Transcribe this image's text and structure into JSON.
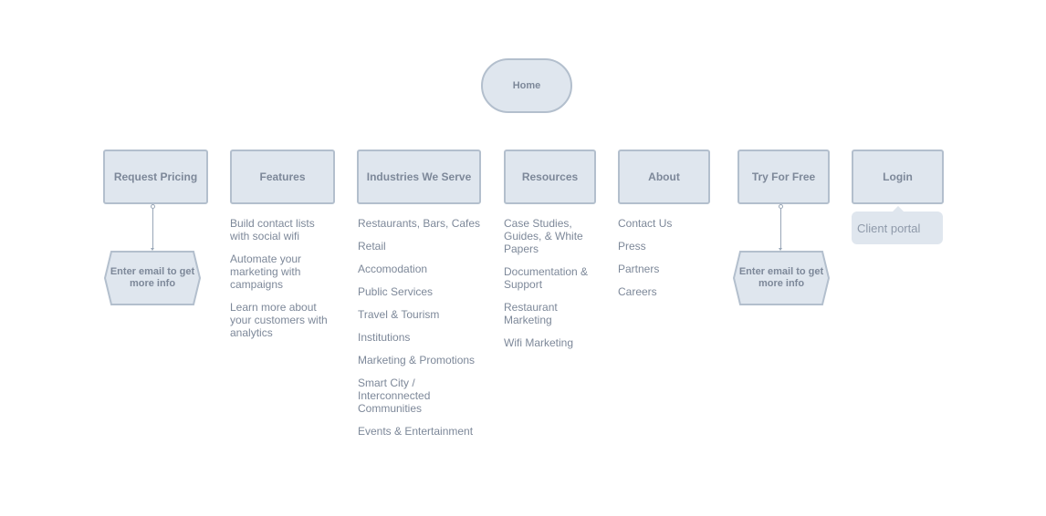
{
  "home": {
    "label": "Home"
  },
  "nav": [
    {
      "label": "Request Pricing"
    },
    {
      "label": "Features"
    },
    {
      "label": "Industries We Serve"
    },
    {
      "label": "Resources"
    },
    {
      "label": "About"
    },
    {
      "label": "Try For Free"
    },
    {
      "label": "Login"
    }
  ],
  "request_pricing": {
    "cta": "Enter email to get more info"
  },
  "try_for_free": {
    "cta": "Enter email to get more info"
  },
  "features": {
    "items": [
      "Build contact lists with social wifi",
      "Automate your marketing with campaigns",
      "Learn more about your customers with analytics"
    ]
  },
  "industries": {
    "items": [
      "Restaurants, Bars, Cafes",
      "Retail",
      "Accomodation",
      "Public Services",
      "Travel & Tourism",
      "Institutions",
      "Marketing & Promotions",
      "Smart City / Interconnected Communities",
      "Events & Entertainment"
    ]
  },
  "resources": {
    "items": [
      "Case Studies, Guides, & White Papers",
      "Documentation & Support",
      "Restaurant Marketing",
      "Wifi Marketing"
    ]
  },
  "about": {
    "items": [
      "Contact Us",
      "Press",
      "Partners",
      "Careers"
    ]
  },
  "login": {
    "tooltip": "Client portal"
  }
}
